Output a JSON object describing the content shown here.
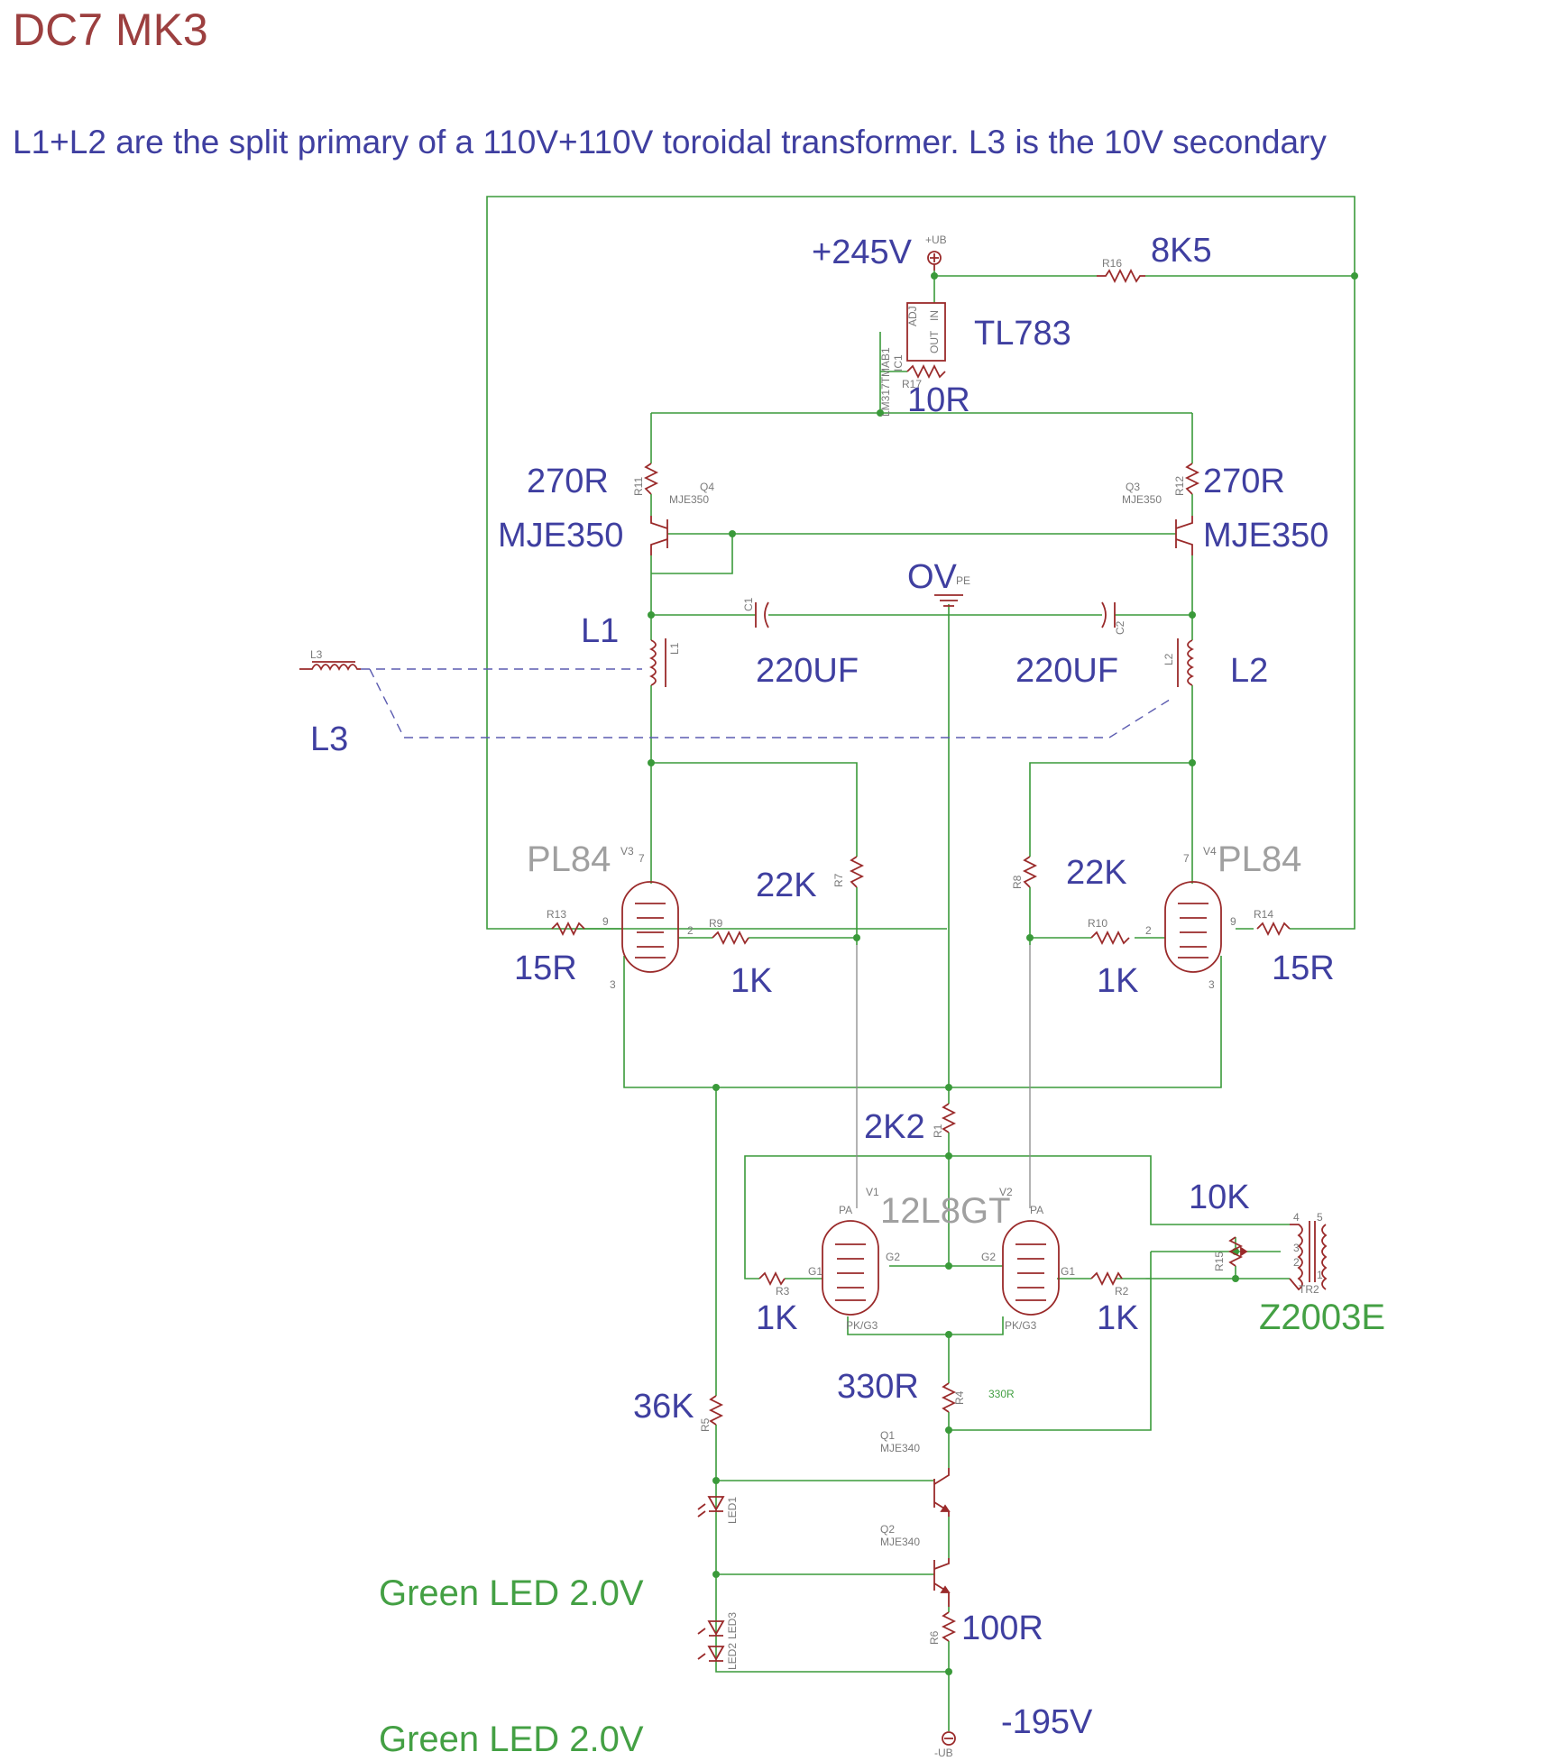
{
  "title": "DC7 MK3",
  "note": "L1+L2 are the split primary of a 110V+110V toroidal transformer. L3 is the 10V secondary",
  "rails": {
    "positive": "+245V",
    "positive_ref": "+UB",
    "ground": "OV",
    "ground_ref": "PE",
    "negative": "-195V",
    "negative_ref": "-UB"
  },
  "regulator": {
    "name": "TL783",
    "ref": "IC1",
    "alt": "LM317TMAB1",
    "pin_adj": "ADJ",
    "pin_out": "OUT",
    "pin_in": "IN"
  },
  "resistors": {
    "r16": {
      "ref": "R16",
      "value": "8K5"
    },
    "r17": {
      "ref": "R17",
      "value": "10R"
    },
    "r11": {
      "ref": "R11",
      "value": "270R"
    },
    "r12": {
      "ref": "R12",
      "value": "270R"
    },
    "r13": {
      "ref": "R13",
      "value": "15R"
    },
    "r14": {
      "ref": "R14",
      "value": "15R"
    },
    "r9": {
      "ref": "R9",
      "value": "1K"
    },
    "r10": {
      "ref": "R10",
      "value": "1K"
    },
    "r7": {
      "ref": "R7",
      "value": "22K"
    },
    "r8": {
      "ref": "R8",
      "value": "22K"
    },
    "r1": {
      "ref": "R1",
      "value": "2K2"
    },
    "r3": {
      "ref": "R3",
      "value": "1K"
    },
    "r2": {
      "ref": "R2",
      "value": "1K"
    },
    "r15": {
      "ref": "R15",
      "value": "10K"
    },
    "r4": {
      "ref": "R4",
      "value": "330R",
      "value_small": "330R"
    },
    "r5": {
      "ref": "R5",
      "value": "36K"
    },
    "r6": {
      "ref": "R6",
      "value": "100R"
    }
  },
  "transistors": {
    "q4": {
      "ref": "Q4",
      "type": "MJE350",
      "label": "MJE350"
    },
    "q3": {
      "ref": "Q3",
      "type": "MJE350",
      "label": "MJE350"
    },
    "q1": {
      "ref": "Q1",
      "type": "MJE340"
    },
    "q2": {
      "ref": "Q2",
      "type": "MJE340"
    }
  },
  "capacitors": {
    "c1": {
      "ref": "C1",
      "value": "220UF"
    },
    "c2": {
      "ref": "C2",
      "value": "220UF"
    }
  },
  "inductors": {
    "l1": {
      "ref": "L1",
      "label": "L1"
    },
    "l2": {
      "ref": "L2",
      "label": "L2"
    },
    "l3": {
      "ref": "L3",
      "label": "L3"
    }
  },
  "tubes": {
    "v3": {
      "ref": "V3",
      "type": "PL84"
    },
    "v4": {
      "ref": "V4",
      "type": "PL84"
    },
    "v1": {
      "ref": "V1"
    },
    "v2": {
      "ref": "V2"
    },
    "pair_type": "12L8GT",
    "pins": {
      "pa": "PA",
      "g1": "G1",
      "g2": "G2",
      "pk": "PK/G3",
      "p7": "7",
      "p9": "9",
      "p2": "2",
      "p3": "3"
    }
  },
  "transformer": {
    "ref": "TR2",
    "type": "Z2003E",
    "pins": [
      "4",
      "5",
      "3",
      "2",
      "1"
    ]
  },
  "leds": {
    "led1": "LED1",
    "led2": "LED2",
    "led3": "LED3",
    "label_1": "Green LED 2.0V",
    "label_2": "Green LED 2.0V"
  }
}
